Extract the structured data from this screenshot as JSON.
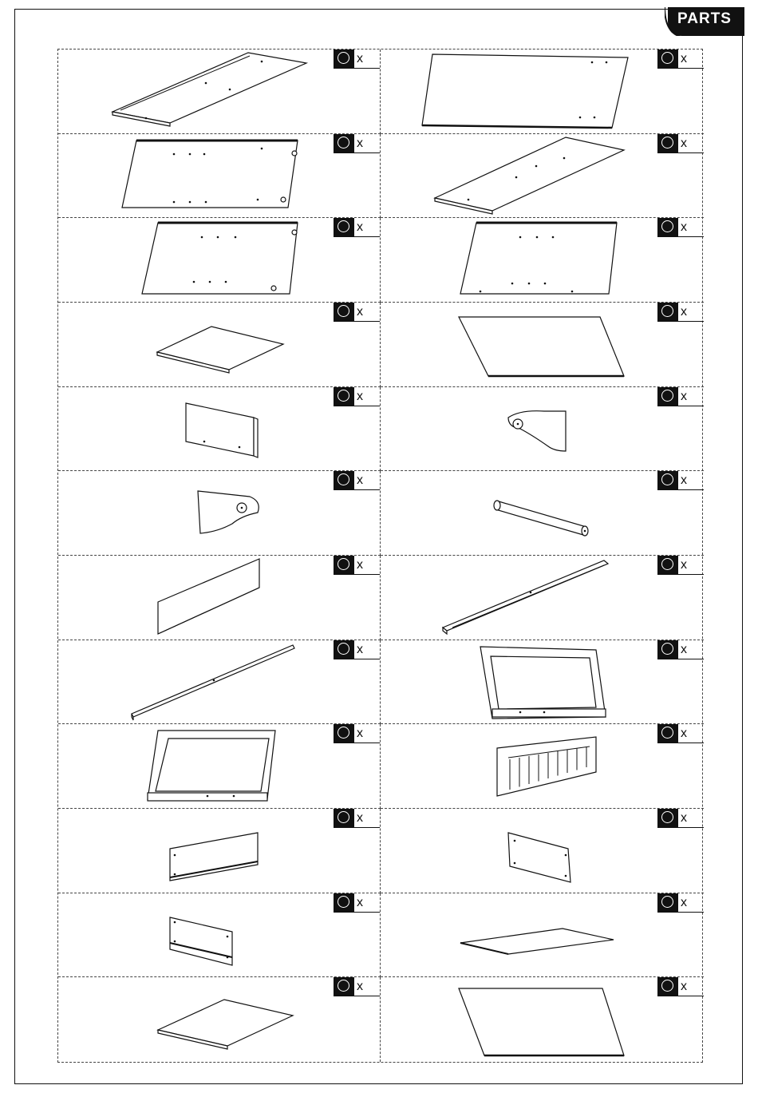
{
  "header": {
    "tab_label": "PARTS"
  },
  "parts": [
    {
      "quantity_label": "x",
      "illustration": "long-panel-with-rail"
    },
    {
      "quantity_label": "x",
      "illustration": "large-flat-panel"
    },
    {
      "quantity_label": "x",
      "illustration": "side-panel-with-holes"
    },
    {
      "quantity_label": "x",
      "illustration": "long-panel-with-rail-2"
    },
    {
      "quantity_label": "x",
      "illustration": "side-panel-a"
    },
    {
      "quantity_label": "x",
      "illustration": "side-panel-b"
    },
    {
      "quantity_label": "x",
      "illustration": "small-shelf"
    },
    {
      "quantity_label": "x",
      "illustration": "thin-back-sheet"
    },
    {
      "quantity_label": "x",
      "illustration": "small-board"
    },
    {
      "quantity_label": "x",
      "illustration": "bracket-left"
    },
    {
      "quantity_label": "x",
      "illustration": "bracket-right"
    },
    {
      "quantity_label": "x",
      "illustration": "rod"
    },
    {
      "quantity_label": "x",
      "illustration": "thin-strip"
    },
    {
      "quantity_label": "x",
      "illustration": "long-rail"
    },
    {
      "quantity_label": "x",
      "illustration": "long-slat"
    },
    {
      "quantity_label": "x",
      "illustration": "frame-panel"
    },
    {
      "quantity_label": "x",
      "illustration": "frame-panel-2"
    },
    {
      "quantity_label": "x",
      "illustration": "slatted-panel"
    },
    {
      "quantity_label": "x",
      "illustration": "drawer-side-long"
    },
    {
      "quantity_label": "x",
      "illustration": "drawer-side-short"
    },
    {
      "quantity_label": "x",
      "illustration": "drawer-back"
    },
    {
      "quantity_label": "x",
      "illustration": "drawer-bottom"
    },
    {
      "quantity_label": "x",
      "illustration": "shelf-board"
    },
    {
      "quantity_label": "x",
      "illustration": "thin-back-sheet-2"
    }
  ]
}
